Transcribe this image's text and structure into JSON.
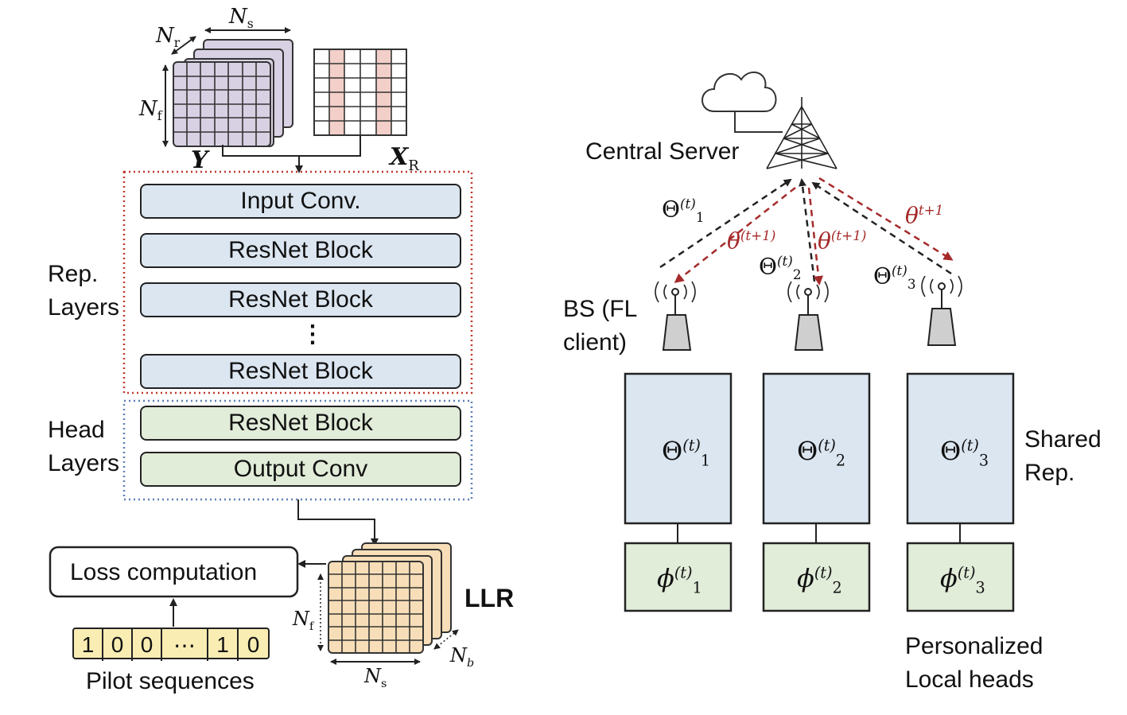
{
  "left": {
    "ns_top": "N",
    "ns_top_sub": "s",
    "nr": "N",
    "nr_sub": "r",
    "nf_top": "N",
    "nf_top_sub": "f",
    "y_label": "Y",
    "xr_label": "X",
    "xr_sub": "R",
    "rep_label_1": "Rep.",
    "rep_label_2": "Layers",
    "head_label_1": "Head",
    "head_label_2": "Layers",
    "blocks_rep": [
      "Input Conv.",
      "ResNet Block",
      "ResNet Block",
      "ResNet Block"
    ],
    "vdots": "⋮",
    "blocks_head": [
      "ResNet Block",
      "Output Conv"
    ],
    "loss": "Loss computation",
    "llr": "LLR",
    "nf_bot": "N",
    "nf_bot_sub": "f",
    "ns_bot": "N",
    "ns_bot_sub": "s",
    "nb": "N",
    "nb_sub": "b",
    "pilot_cells": [
      "1",
      "0",
      "0",
      "⋯",
      "1",
      "0"
    ],
    "pilot_label": "Pilot sequences"
  },
  "right": {
    "central_server": "Central Server",
    "bs_label_1": "BS (FL",
    "bs_label_2": "client)",
    "theta_sym": "Θ",
    "theta_sup": "(t)",
    "theta_subs": [
      "1",
      "2",
      "3"
    ],
    "red_theta": "θ",
    "red_sup_1": "(t+1)",
    "red_sup_2": "(t+1)",
    "red_sup_3": "t+1",
    "phi_sym": "ϕ",
    "phi_sup": "(t)",
    "shared_1": "Shared",
    "shared_2": "Rep.",
    "personal_1": "Personalized",
    "personal_2": "Local heads"
  },
  "colors": {
    "rep_fill": "#dbe6f1",
    "head_fill": "#e1ecd9",
    "red_dotted": "#c0392b",
    "blue_dotted": "#5b7fb5",
    "y_grid": "#d8d0e3",
    "xr_stripe": "#f2cfc8",
    "llr_grid": "#f7deb8",
    "pilot_fill": "#f9edb3",
    "red_arrow": "#a52a2a"
  }
}
